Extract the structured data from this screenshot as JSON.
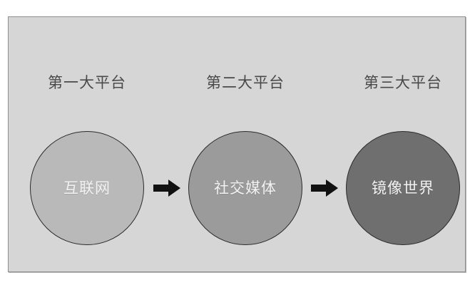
{
  "figure": {
    "type": "process-flow-diagram",
    "background_color": "#ffffff",
    "panel_color": "#d6d6d6",
    "panel_border_color": "#8e8e8e"
  },
  "columns": [
    {
      "header": "第一大平台",
      "node_label": "互联网",
      "node_fill": "#b9b9b9",
      "node_text_color": "#f2f2f2"
    },
    {
      "header": "第二大平台",
      "node_label": "社交媒体",
      "node_fill": "#9b9b9b",
      "node_text_color": "#f2f2f2"
    },
    {
      "header": "第三大平台",
      "node_label": "镜像世界",
      "node_fill": "#6f6f6f",
      "node_text_color": "#f2f2f2"
    }
  ],
  "connectors": [
    {
      "name": "arrow-1",
      "direction": "right",
      "color": "#111111"
    },
    {
      "name": "arrow-2",
      "direction": "right",
      "color": "#111111"
    }
  ]
}
